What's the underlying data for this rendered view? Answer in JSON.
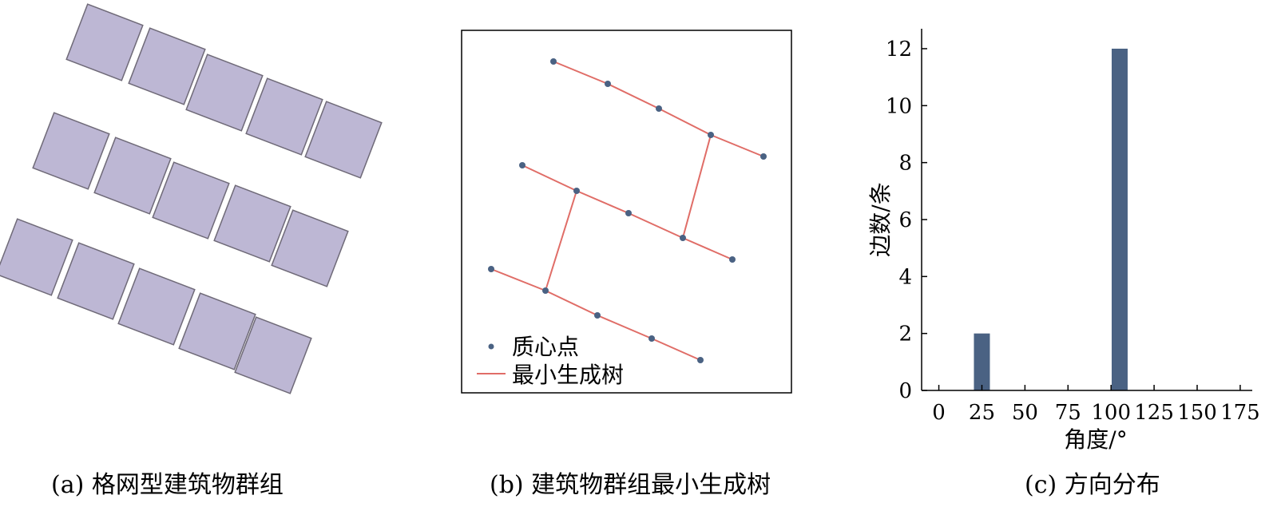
{
  "figure": {
    "captions": {
      "a": "(a) 格网型建筑物群组",
      "b": "(b) 建筑物群组最小生成树",
      "c": "(c) 方向分布"
    }
  },
  "panel_b": {
    "legend": {
      "centroid_label": "质心点",
      "mst_label": "最小生成树"
    },
    "colors": {
      "point": "#4a6283",
      "edge": "#e06d67",
      "frame": "#000000"
    }
  },
  "panel_a": {
    "colors": {
      "building_fill": "#bdb7d4",
      "building_stroke": "#6f6a78"
    }
  },
  "chart_data": {
    "type": "bar",
    "x": [
      25,
      105
    ],
    "values": [
      2,
      12
    ],
    "xlabel": "角度/°",
    "ylabel": "边数/条",
    "xticks": [
      "0",
      "25",
      "50",
      "75",
      "100",
      "125",
      "150",
      "175"
    ],
    "yticks": [
      "0",
      "2",
      "4",
      "6",
      "8",
      "10",
      "12"
    ],
    "xlim": [
      -10,
      182
    ],
    "ylim": [
      0,
      12.7
    ],
    "bar_color": "#4a6283",
    "grid": false
  }
}
